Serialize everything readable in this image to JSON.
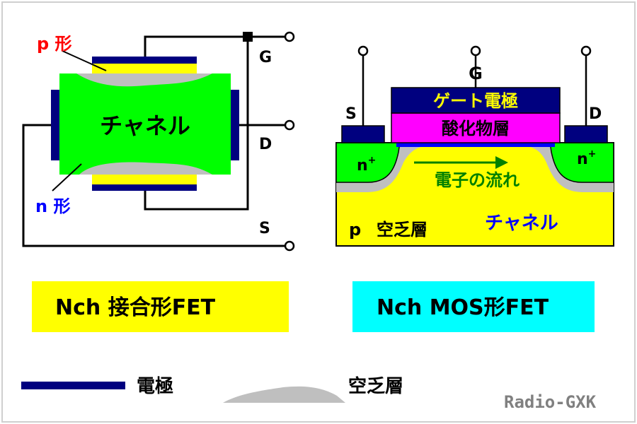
{
  "jfet": {
    "p_type_label": "p 形",
    "n_type_label": "n 形",
    "channel_label": "チャネル",
    "gate_label": "G",
    "drain_label": "D",
    "source_label": "S",
    "caption": "Nch 接合形FET"
  },
  "mosfet": {
    "gate_label": "G",
    "source_label": "S",
    "drain_label": "D",
    "gate_electrode_label": "ゲート電極",
    "oxide_label": "酸化物層",
    "n_plus_left_base": "n",
    "n_plus_left_sup": "+",
    "n_plus_right_base": "n",
    "n_plus_right_sup": "+",
    "electron_flow_label": "電子の流れ",
    "substrate_label": "p",
    "depletion_label": "空乏層",
    "channel_label": "チャネル",
    "caption": "Nch MOS形FET"
  },
  "legend": {
    "electrode_label": "電極",
    "depletion_label": "空乏層"
  },
  "watermark": "Radio-GXK",
  "colors": {
    "electrode": "#00007f",
    "p_region": "#ffff00",
    "channel": "#00ff00",
    "depletion": "#bfbfbf",
    "oxide": "#ff00ff",
    "red_label": "#ff0000",
    "blue_label": "#0000ff",
    "flow_green": "#008000",
    "caption_yellow": "#ffff00",
    "caption_cyan": "#00ffff"
  }
}
